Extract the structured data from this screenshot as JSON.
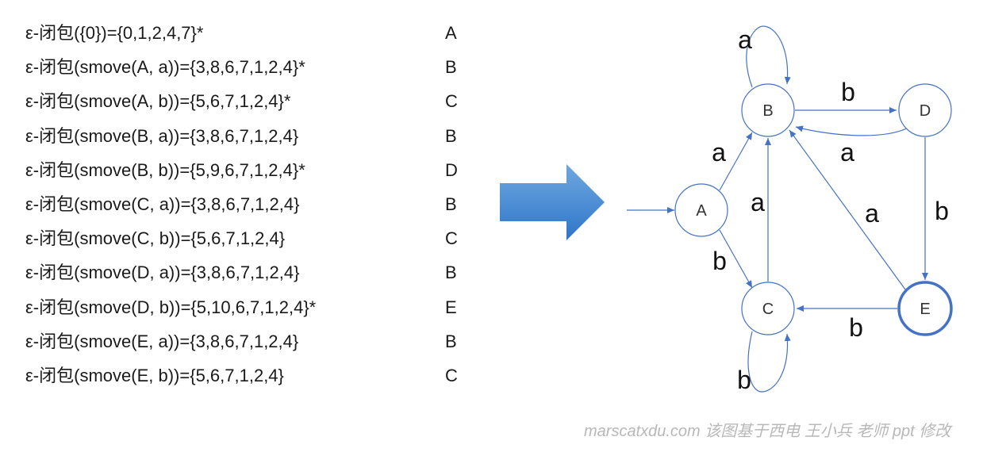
{
  "construction_rows": [
    {
      "expr": "ε-闭包({0})={0,1,2,4,7}*",
      "state": "A"
    },
    {
      "expr": "ε-闭包(smove(A, a))={3,8,6,7,1,2,4}*",
      "state": "B"
    },
    {
      "expr": "ε-闭包(smove(A, b))={5,6,7,1,2,4}*",
      "state": "C"
    },
    {
      "expr": "ε-闭包(smove(B, a))={3,8,6,7,1,2,4}",
      "state": "B"
    },
    {
      "expr": "ε-闭包(smove(B, b))={5,9,6,7,1,2,4}*",
      "state": "D"
    },
    {
      "expr": "ε-闭包(smove(C, a))={3,8,6,7,1,2,4}",
      "state": "B"
    },
    {
      "expr": "ε-闭包(smove(C, b))={5,6,7,1,2,4}",
      "state": "C"
    },
    {
      "expr": "ε-闭包(smove(D, a))={3,8,6,7,1,2,4}",
      "state": "B"
    },
    {
      "expr": "ε-闭包(smove(D, b))={5,10,6,7,1,2,4}*",
      "state": "E"
    },
    {
      "expr": "ε-闭包(smove(E, a))={3,8,6,7,1,2,4}",
      "state": "B"
    },
    {
      "expr": "ε-闭包(smove(E, b))={5,6,7,1,2,4}",
      "state": "C"
    }
  ],
  "dfa": {
    "states": [
      "A",
      "B",
      "C",
      "D",
      "E"
    ],
    "start_state": "A",
    "final_states": [
      "E"
    ],
    "transitions": [
      {
        "from": "A",
        "to": "B",
        "symbol": "a"
      },
      {
        "from": "A",
        "to": "C",
        "symbol": "b"
      },
      {
        "from": "B",
        "to": "B",
        "symbol": "a"
      },
      {
        "from": "B",
        "to": "D",
        "symbol": "b"
      },
      {
        "from": "C",
        "to": "B",
        "symbol": "a"
      },
      {
        "from": "C",
        "to": "C",
        "symbol": "b"
      },
      {
        "from": "D",
        "to": "B",
        "symbol": "a"
      },
      {
        "from": "D",
        "to": "E",
        "symbol": "b"
      },
      {
        "from": "E",
        "to": "B",
        "symbol": "a"
      },
      {
        "from": "E",
        "to": "C",
        "symbol": "b"
      }
    ]
  },
  "colors": {
    "accent": "#4472c4",
    "arrow_gradient_top": "#6fa8e0",
    "arrow_gradient_bottom": "#2e75c8",
    "watermark": "#b8b8b8"
  },
  "watermark": "marscatxdu.com 该图基于西电 王小兵 老师 ppt 修改"
}
